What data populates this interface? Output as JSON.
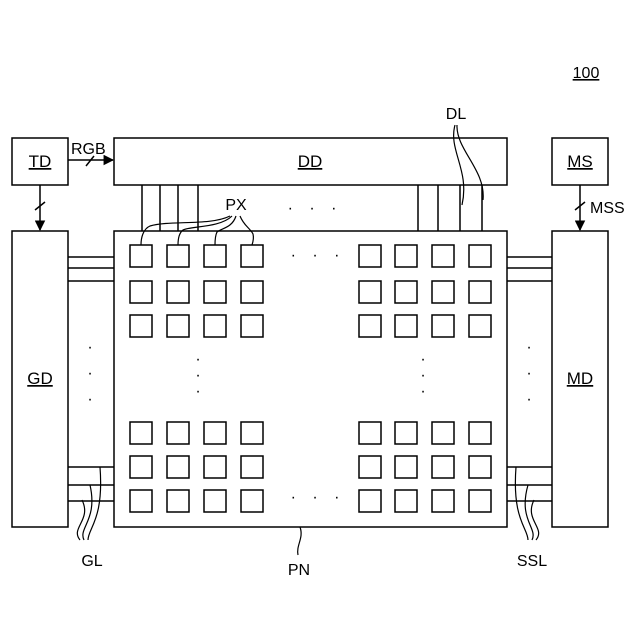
{
  "figure": {
    "ref": "100",
    "blocks": {
      "td": "TD",
      "dd": "DD",
      "ms": "MS",
      "gd": "GD",
      "md": "MD"
    },
    "signals": {
      "rgb": "RGB",
      "mss": "MSS",
      "dl": "DL",
      "px": "PX",
      "gl": "GL",
      "pn": "PN",
      "ssl": "SSL"
    },
    "ellipsis_h": "· · ·",
    "ellipsis_v_char": "·"
  }
}
